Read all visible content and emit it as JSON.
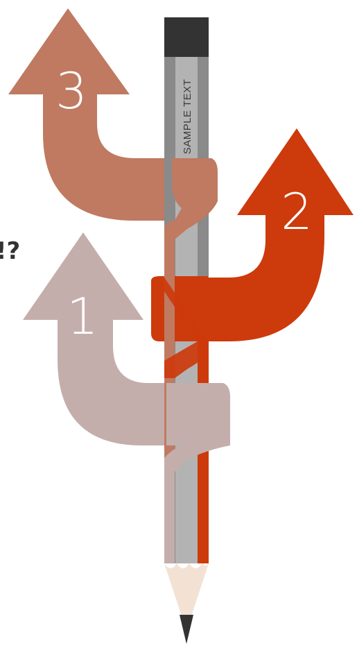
{
  "pencil": {
    "label": "SAMPLE TEXT"
  },
  "arrows": [
    {
      "number": "1",
      "color": "#c4aeab"
    },
    {
      "number": "2",
      "color": "#cd3a0c"
    },
    {
      "number": "3",
      "color": "#bf7a61"
    }
  ],
  "edge_text": "!?"
}
